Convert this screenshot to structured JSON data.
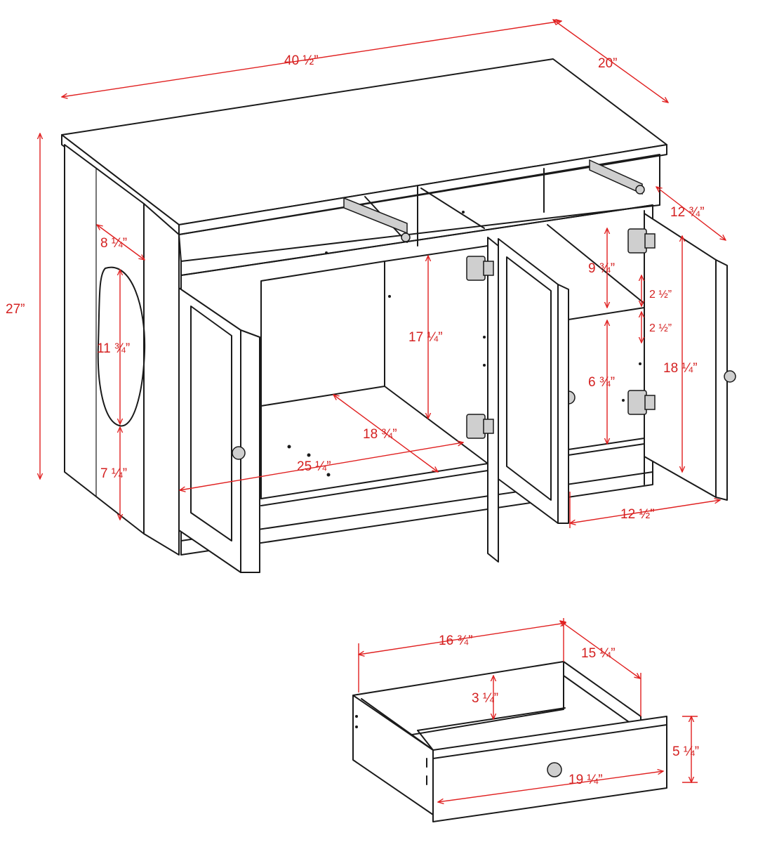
{
  "accent_color": "#e02020",
  "dimensions": {
    "overall_width": "40 ½”",
    "overall_depth": "20”",
    "overall_height": "27”",
    "drawer_opening_depth": "12 ¾”",
    "side_opening_offset": "8 ¼”",
    "side_opening_height": "11 ¾”",
    "side_bottom_height": "7 ¼”",
    "left_interior_height": "17 ¼”",
    "left_interior_depth": "18 ¾”",
    "left_interior_width": "25 ¼”",
    "drawer_opening_height": "9 ¾”",
    "shelf_gap_upper": "2 ½”",
    "shelf_gap_lower": "2 ½”",
    "right_lower_height": "6 ¾”",
    "right_door_height": "18 ¼”",
    "right_interior_width": "12 ½”",
    "drawer_width": "16 ¾”",
    "drawer_depth": "15 ¼”",
    "drawer_inner_height": "3 ¼”",
    "drawer_front_height": "5 ¼”",
    "drawer_front_width": "19 ¼”"
  }
}
